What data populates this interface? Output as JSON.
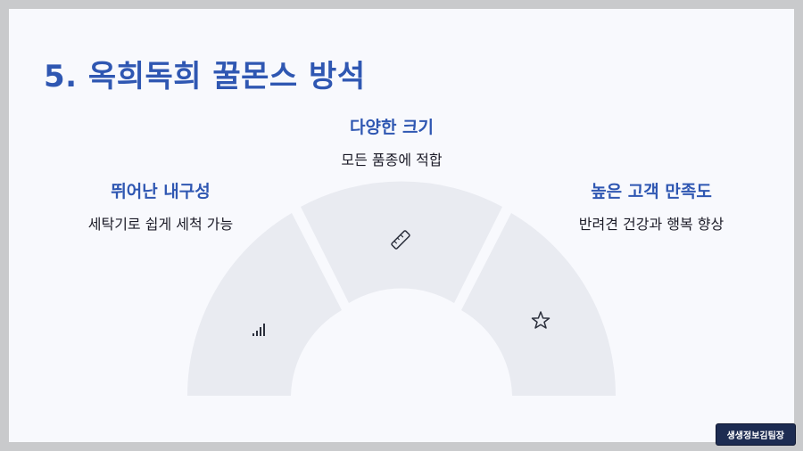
{
  "slide": {
    "title": "5. 옥희독희 꿀몬스 방석"
  },
  "features": [
    {
      "heading": "다양한 크기",
      "description": "모든 품종에 적합",
      "icon": "ruler-icon"
    },
    {
      "heading": "뛰어난 내구성",
      "description": "세탁기로 쉽게 세척 가능",
      "icon": "signal-bars-icon"
    },
    {
      "heading": "높은 고객 만족도",
      "description": "반려견 건강과 행복 향상",
      "icon": "star-icon"
    }
  ],
  "badge": {
    "label": "생생정보김팀장"
  },
  "colors": {
    "accent": "#2f57b2",
    "segment": "#e9ebf1",
    "background": "#f8f9fd",
    "frame": "#c9cacc",
    "badge": "#1d2c52"
  }
}
